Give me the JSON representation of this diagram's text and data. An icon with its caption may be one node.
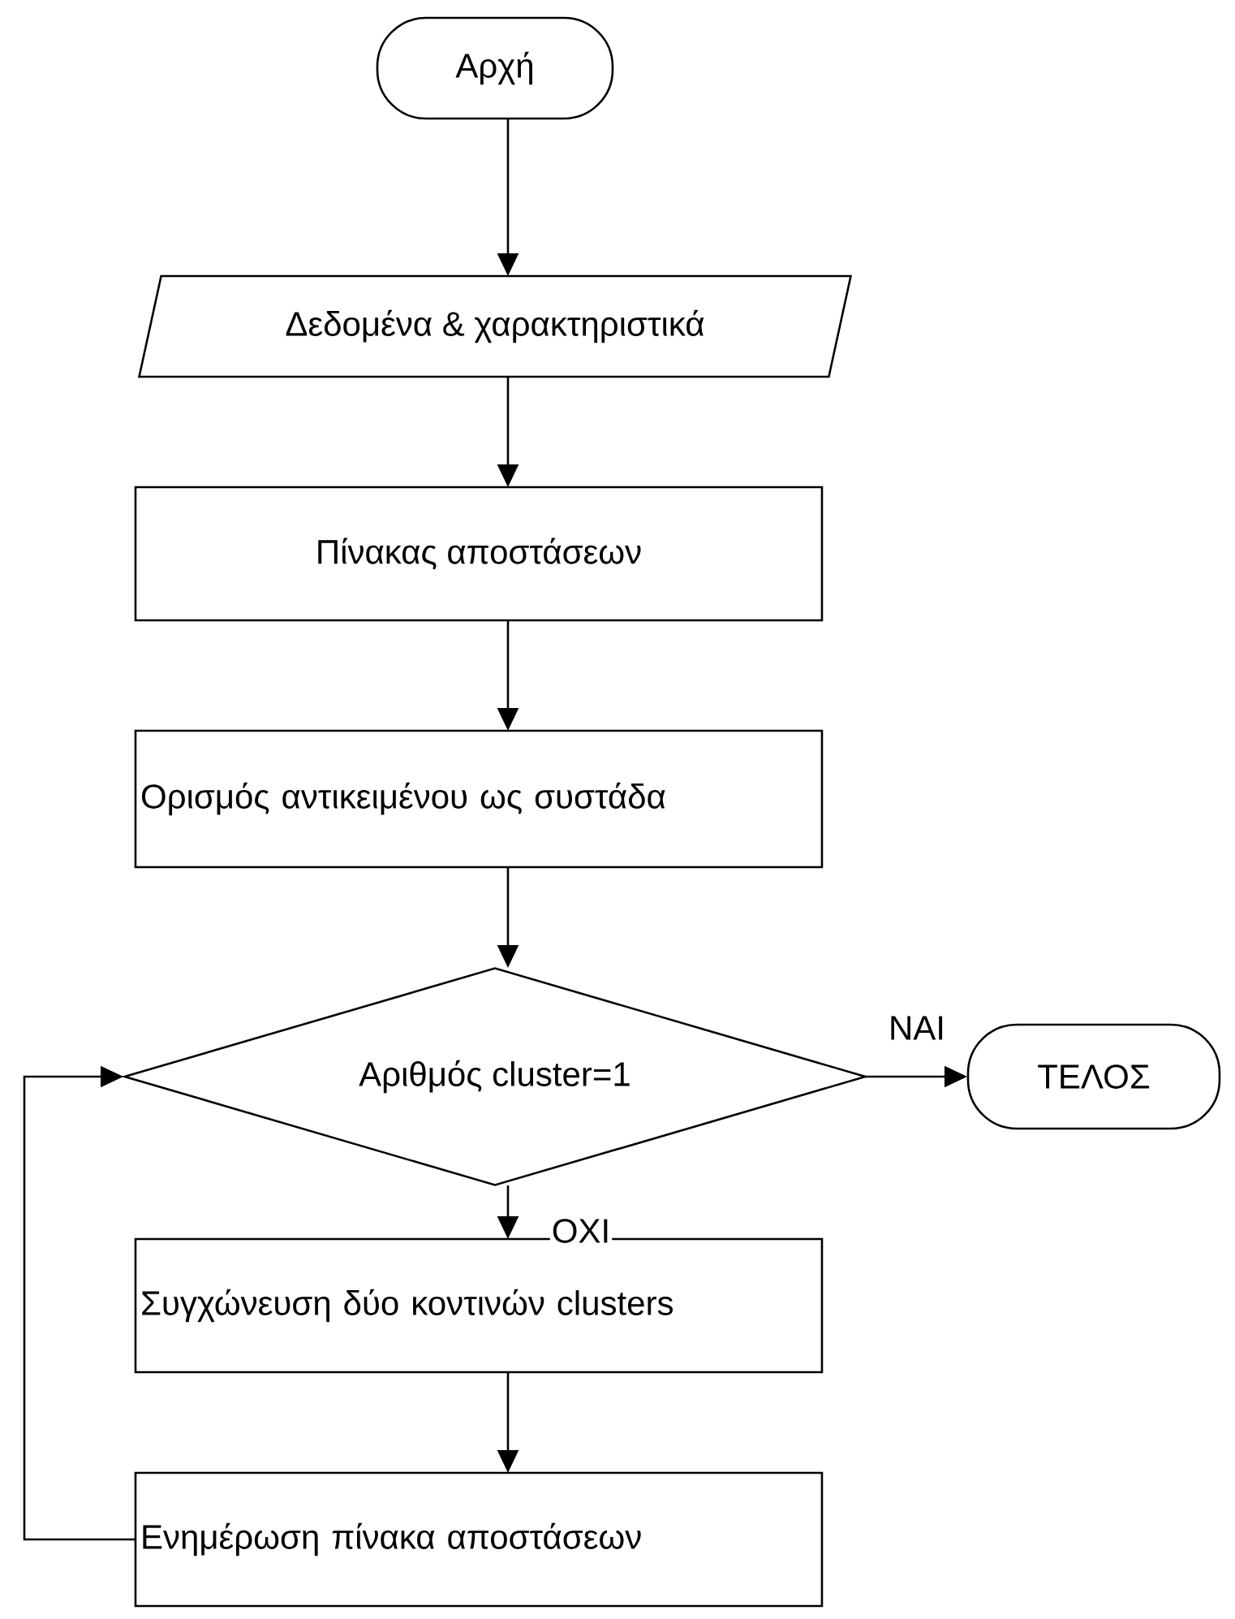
{
  "diagram": {
    "nodes": [
      {
        "text": [
          "Αρχή"
        ]
      },
      {
        "text": [
          "Δεδομένα & χαρακτηριστικά"
        ]
      },
      {
        "text": [
          "Πίνακας αποστάσεων"
        ]
      },
      {
        "text": [
          "Ορισμός αντικειμένου ως συστάδα"
        ]
      },
      {
        "text": [
          "Αριθμός cluster=1"
        ]
      },
      {
        "text": [
          "ΤΕΛΟΣ"
        ]
      },
      {
        "text": [
          "Συγχώνευση δύο κοντινών clusters"
        ]
      },
      {
        "text": [
          "Ενημέρωση πίνακα αποστάσεων"
        ]
      }
    ],
    "edges": [
      {
        "from": 0,
        "to": 1,
        "arrow": "to"
      },
      {
        "from": 1,
        "to": 2,
        "arrow": "to"
      },
      {
        "from": 2,
        "to": 3,
        "arrow": "to"
      },
      {
        "from": 3,
        "to": 4,
        "arrow": "to"
      },
      {
        "from": 4,
        "to": 5,
        "arrow": "to",
        "label": "ΝΑΙ"
      },
      {
        "from": 4,
        "to": 6,
        "arrow": "to",
        "label": "ΟΧΙ"
      },
      {
        "from": 6,
        "to": 7,
        "arrow": "to"
      },
      {
        "from": 7,
        "to": 4,
        "arrow": "to"
      }
    ]
  }
}
